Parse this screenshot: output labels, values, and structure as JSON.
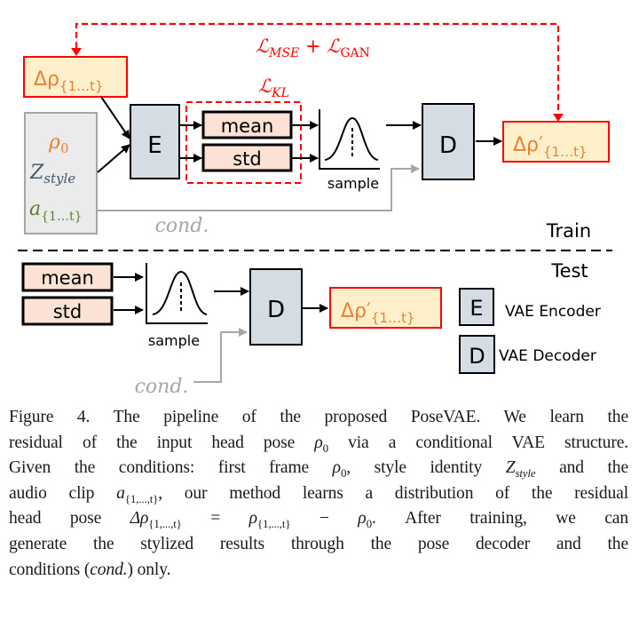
{
  "figure": {
    "colors": {
      "loss_red": "#ff0000",
      "delta_box_fill": "#fff0cc",
      "delta_text_orange": "#ed7d31",
      "input_box_fill": "#ebebeb",
      "input_box_border": "#a6a6a6",
      "rho_orange": "#ed7d31",
      "zstyle_blue": "#44546a",
      "audio_green": "#548235",
      "block_fill": "#d6dce4",
      "latent_fill": "#fbe2d5",
      "cond_gray": "#a6a6a6"
    },
    "train": {
      "loss_top_label": {
        "l1": "ℒ",
        "s1": "MSE",
        "plus": " + ",
        "l2": "ℒ",
        "s2": "GAN"
      },
      "loss_kl_label": {
        "l": "ℒ",
        "s": "KL"
      },
      "target_box": {
        "main": "Δρ",
        "sub": "{1…t}"
      },
      "inputs": [
        {
          "main": "ρ",
          "sub": "0"
        },
        {
          "main": "Z",
          "sub": "style"
        },
        {
          "main": "a",
          "sub": "{1…t}"
        }
      ],
      "encoder_label": "E",
      "latent_mean": "mean",
      "latent_std": "std",
      "sample_label": "sample",
      "decoder_label": "D",
      "output_box": {
        "main": "Δρ′",
        "sub": "{1…t}"
      },
      "cond_label": "cond.",
      "section_label": "Train"
    },
    "test": {
      "section_label": "Test",
      "latent_mean": "mean",
      "latent_std": "std",
      "sample_label": "sample",
      "decoder_label": "D",
      "output_box": {
        "main": "Δρ′",
        "sub": "{1…t}"
      },
      "cond_label": "cond.",
      "legend": [
        {
          "symbol": "E",
          "label": "VAE Encoder"
        },
        {
          "symbol": "D",
          "label": "VAE Decoder"
        }
      ]
    }
  },
  "caption": {
    "lines": [
      [
        "Figure 4. The pipeline of the proposed PoseVAE. We learn the"
      ],
      [
        "residual of the input head pose ",
        "ρ",
        "0",
        " via a conditional VAE structure."
      ],
      [
        "Given the conditions: first frame ",
        "ρ",
        "0",
        ", style identity ",
        "Z",
        "style",
        " and the"
      ],
      [
        "audio clip ",
        "a",
        "{1,...,t}",
        ", our method learns a distribution of the residual"
      ],
      [
        "head pose ",
        "Δρ",
        "{1,...,t}",
        " = ",
        "ρ",
        "{1,...,t}",
        " − ",
        "ρ",
        "0",
        ". After training, we can"
      ],
      [
        "generate the stylized results through the pose decoder and the"
      ],
      [
        "conditions (",
        "cond.",
        ") only."
      ]
    ]
  }
}
